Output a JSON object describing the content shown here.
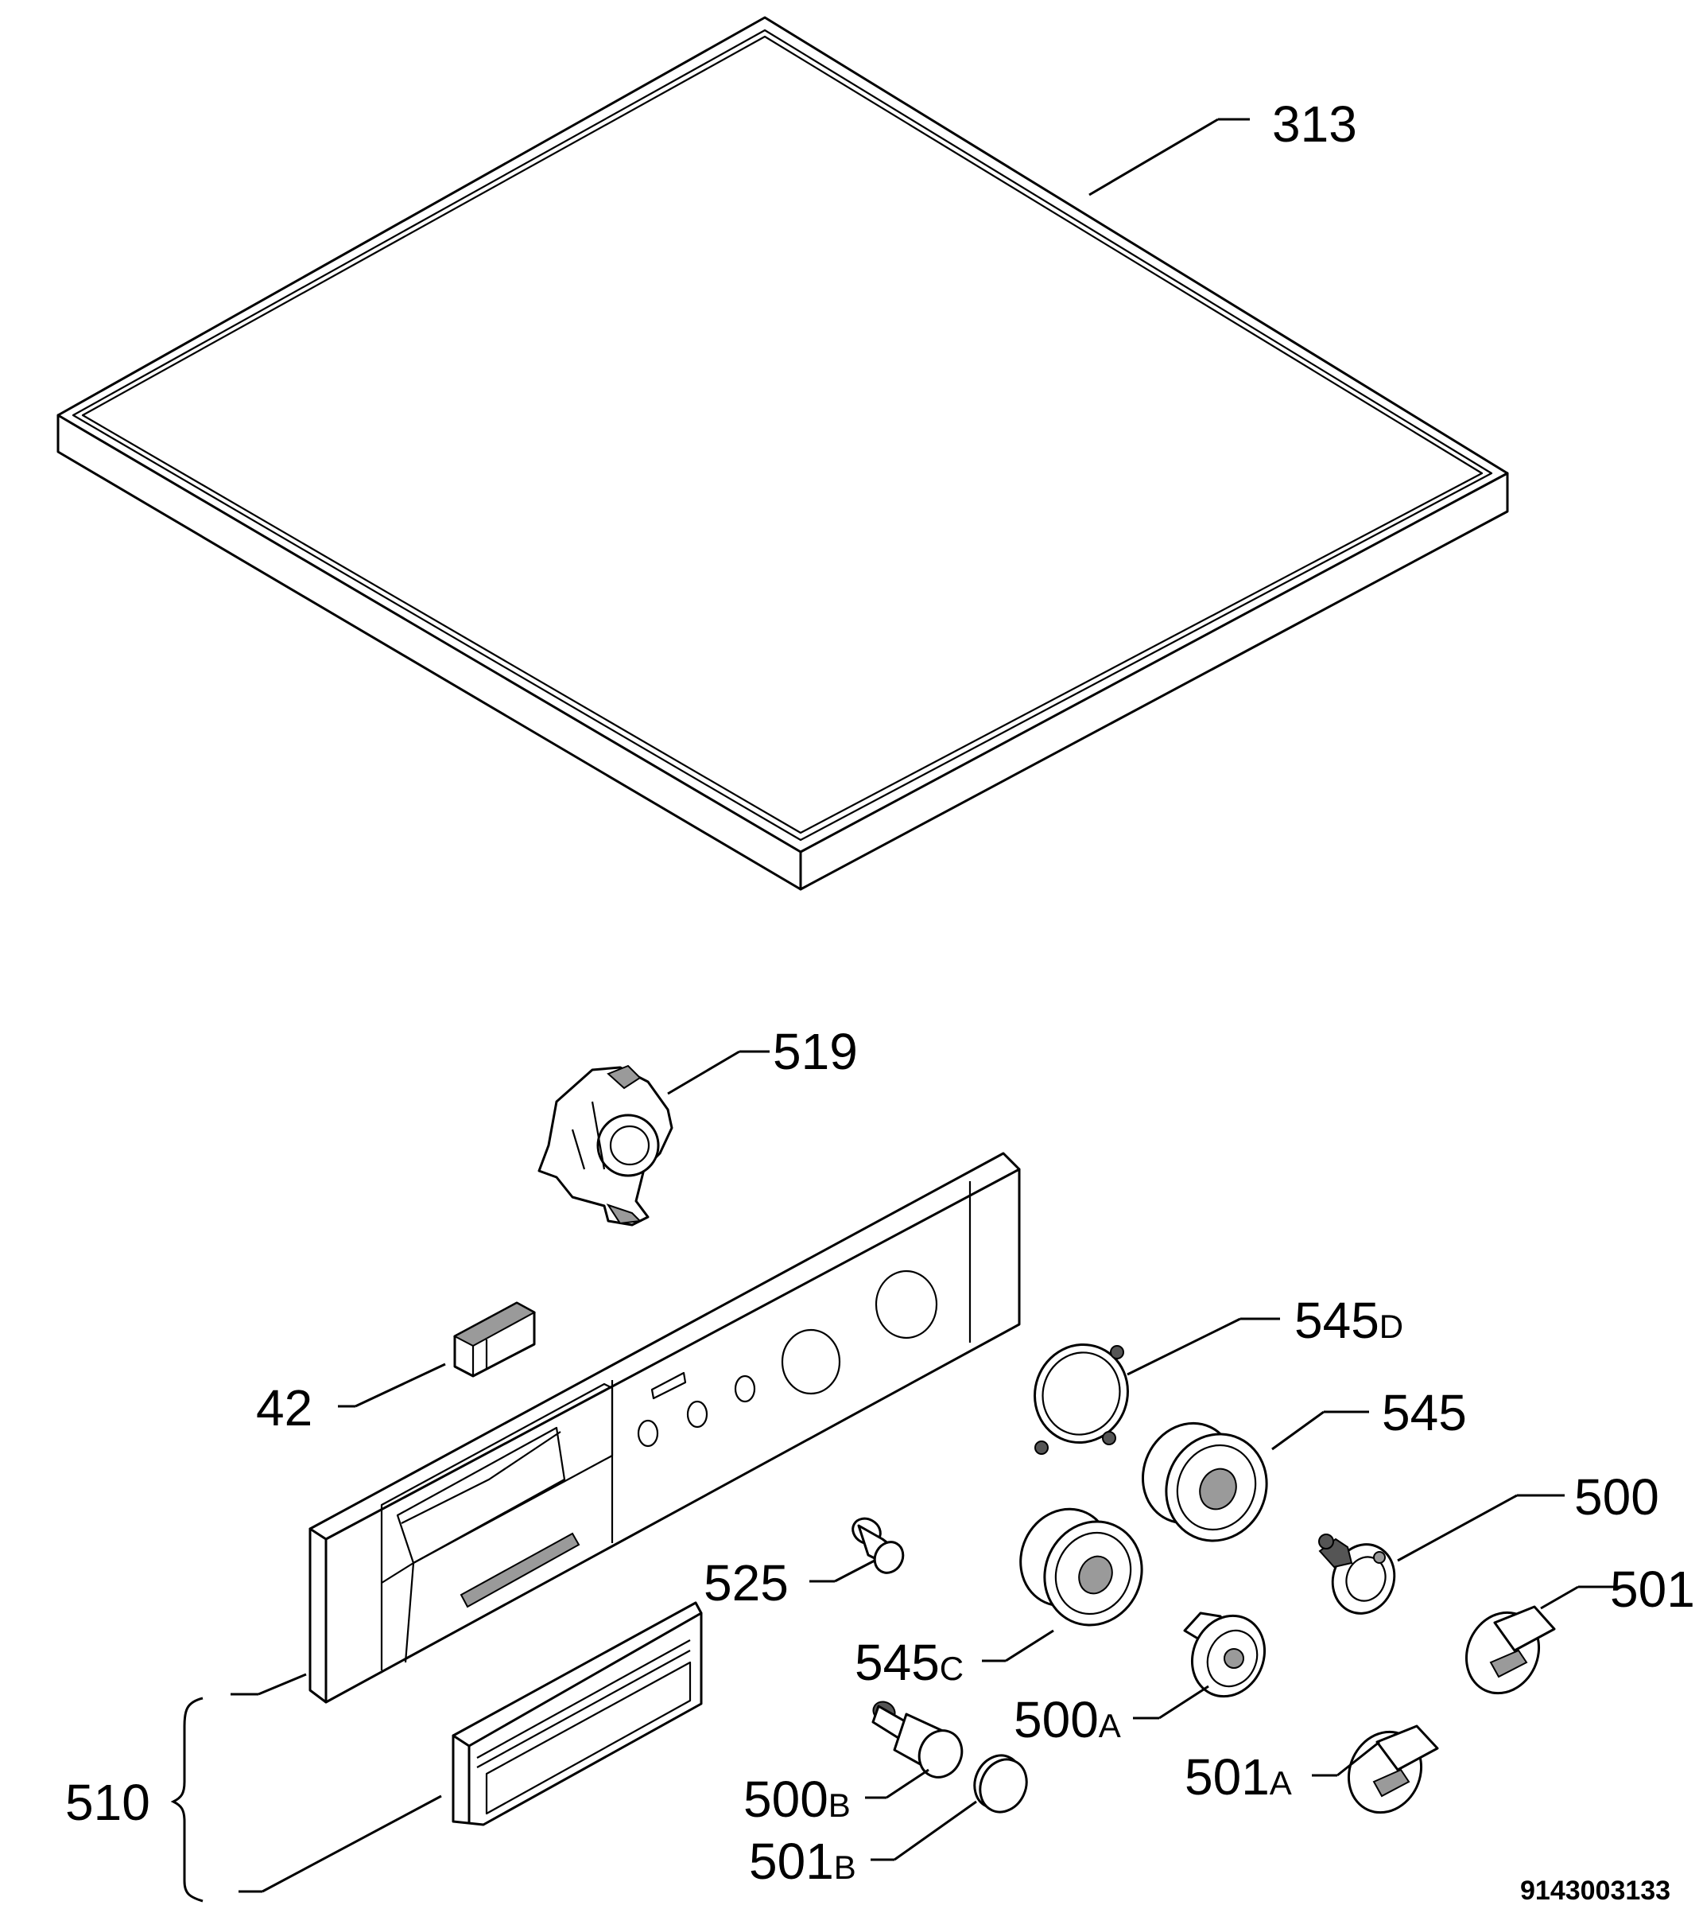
{
  "diagram": {
    "document_number": "9143003133",
    "callouts": [
      {
        "id": "313",
        "main": "313",
        "suffix": ""
      },
      {
        "id": "519",
        "main": "519",
        "suffix": ""
      },
      {
        "id": "42",
        "main": "42",
        "suffix": ""
      },
      {
        "id": "545D",
        "main": "545",
        "suffix": "D"
      },
      {
        "id": "545",
        "main": "545",
        "suffix": ""
      },
      {
        "id": "500",
        "main": "500",
        "suffix": ""
      },
      {
        "id": "501",
        "main": "501",
        "suffix": ""
      },
      {
        "id": "525",
        "main": "525",
        "suffix": ""
      },
      {
        "id": "545C",
        "main": "545",
        "suffix": "C"
      },
      {
        "id": "500A",
        "main": "500",
        "suffix": "A"
      },
      {
        "id": "501A",
        "main": "501",
        "suffix": "A"
      },
      {
        "id": "510",
        "main": "510",
        "suffix": ""
      },
      {
        "id": "500B",
        "main": "500",
        "suffix": "B"
      },
      {
        "id": "501B",
        "main": "501",
        "suffix": "B"
      }
    ]
  }
}
